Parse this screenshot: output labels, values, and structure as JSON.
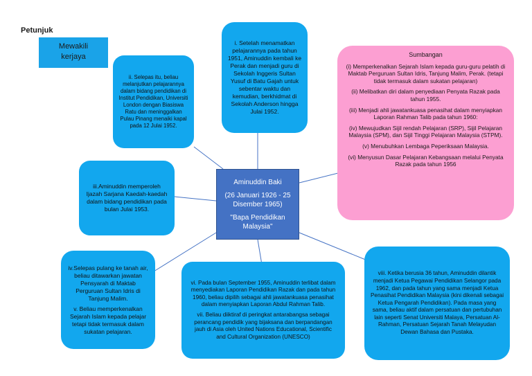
{
  "legend": {
    "title": "Petunjuk",
    "box_label_1": "Mewakili",
    "box_label_2": "kerjaya",
    "box_color": "#1aa3e8"
  },
  "center": {
    "name": "Aminuddin Baki",
    "dates": "(26 Januari 1926 - 25 Disember 1965)",
    "title": "\"Bapa Pendidikan Malaysia\""
  },
  "nodes": {
    "n1": "i. Setelah menamatkan pelajarannya pada tahun 1951, Aminuddin kembali ke Perak dan menjadi guru di Sekolah Inggeris Sultan Yusuf di Batu Gajah untuk sebentar waktu dan kemudian, berkhidmat di Sekolah Anderson hingga Julai 1952.",
    "n2": "ii. Selepas itu, beliau melanjutkan pelajarannya dalam bidang pendidikan di Institut Pendidikan, Universiti London dengan Biasiswa Ratu dan meninggalkan Pulau Pinang menaiki kapal pada 12 Julai 1952.",
    "n3": "iii.Aminuddin memperoleh Ijazah Sarjana Kaedah-kaedah dalam bidang pendidikan pada bulan Julai 1953.",
    "n4a": "iv.Selepas pulang ke tanah air, beliau ditawarkan jawatan Pensyarah di Maktab Perguruan Sultan Idris di Tanjung Malim.",
    "n4b": "v. Beliau memperkenalkan Sejarah Islam kepada pelajar tetapi tidak termasuk dalam sukatan pelajaran.",
    "n6a": "vi. Pada bulan September 1955, Aminuddin terlibat dalam menyediakan Laporan Pendidikan Razak dan pada tahun 1960, beliau dipilih sebagai ahli jawatankuasa penasihat dalam menyiapkan Laporan Abdul Rahman Talib.",
    "n6b": "vii. Beliau diiktiraf di peringkat antarabangsa sebagai perancang pendidik yang bijaksana dan berpandangan jauh di Asia oleh United Nations Educational, Scientific and Cultural Organization (UNESCO)",
    "n8": "viii. Ketika berusia 36 tahun, Aminuddin dilantik menjadi Ketua Pegawai Pendidikan Selangor pada 1962, dan pada tahun yang sama menjadi Ketua Penasihat Pendidikan Malaysia (kini dikenali sebagai Ketua Pengarah Pendidikan). Pada masa yang sama, beliau aktif dalam persatuan dan pertubuhan lain seperti Senat Universiti Malaya, Persatuan Al-Rahman, Persatuan Sejarah Tanah Melayudan Dewan Bahasa dan Pustaka."
  },
  "contributions": {
    "title": "Sumbangan",
    "items": [
      "(i) Memperkenalkan Sejarah Islam kepada guru-guru pelatih di Maktab Perguruan Sultan Idris, Tanjung Malim, Perak. (tetapi tidak termasuk dalam sukatan pelajaran)",
      "(ii) Melibatkan diri dalam penyediaan Penyata Razak pada tahun 1955.",
      "(iii) Menjadi ahli jawatankuasa penasihat dalam menyiapkan Laporan Rahman Talib pada tahun 1960:",
      "(iv) Mewujudkan Sijil rendah Pelajaran (SRP), Sijil Pelajaran Malaysia (SPM), dan Sijil Tinggi Pelajaran Malaysia (STPM).",
      "(v) Menubuhkan Lembaga Peperiksaan Malaysia.",
      "(vi) Menyusun Dasar Pelajaran Kebangsaan melalui Penyata Razak pada tahun 1956"
    ],
    "color": "#fc9fd2"
  },
  "colors": {
    "career": "#12a7ee",
    "center": "#4472c4",
    "connector": "#4472c4"
  }
}
